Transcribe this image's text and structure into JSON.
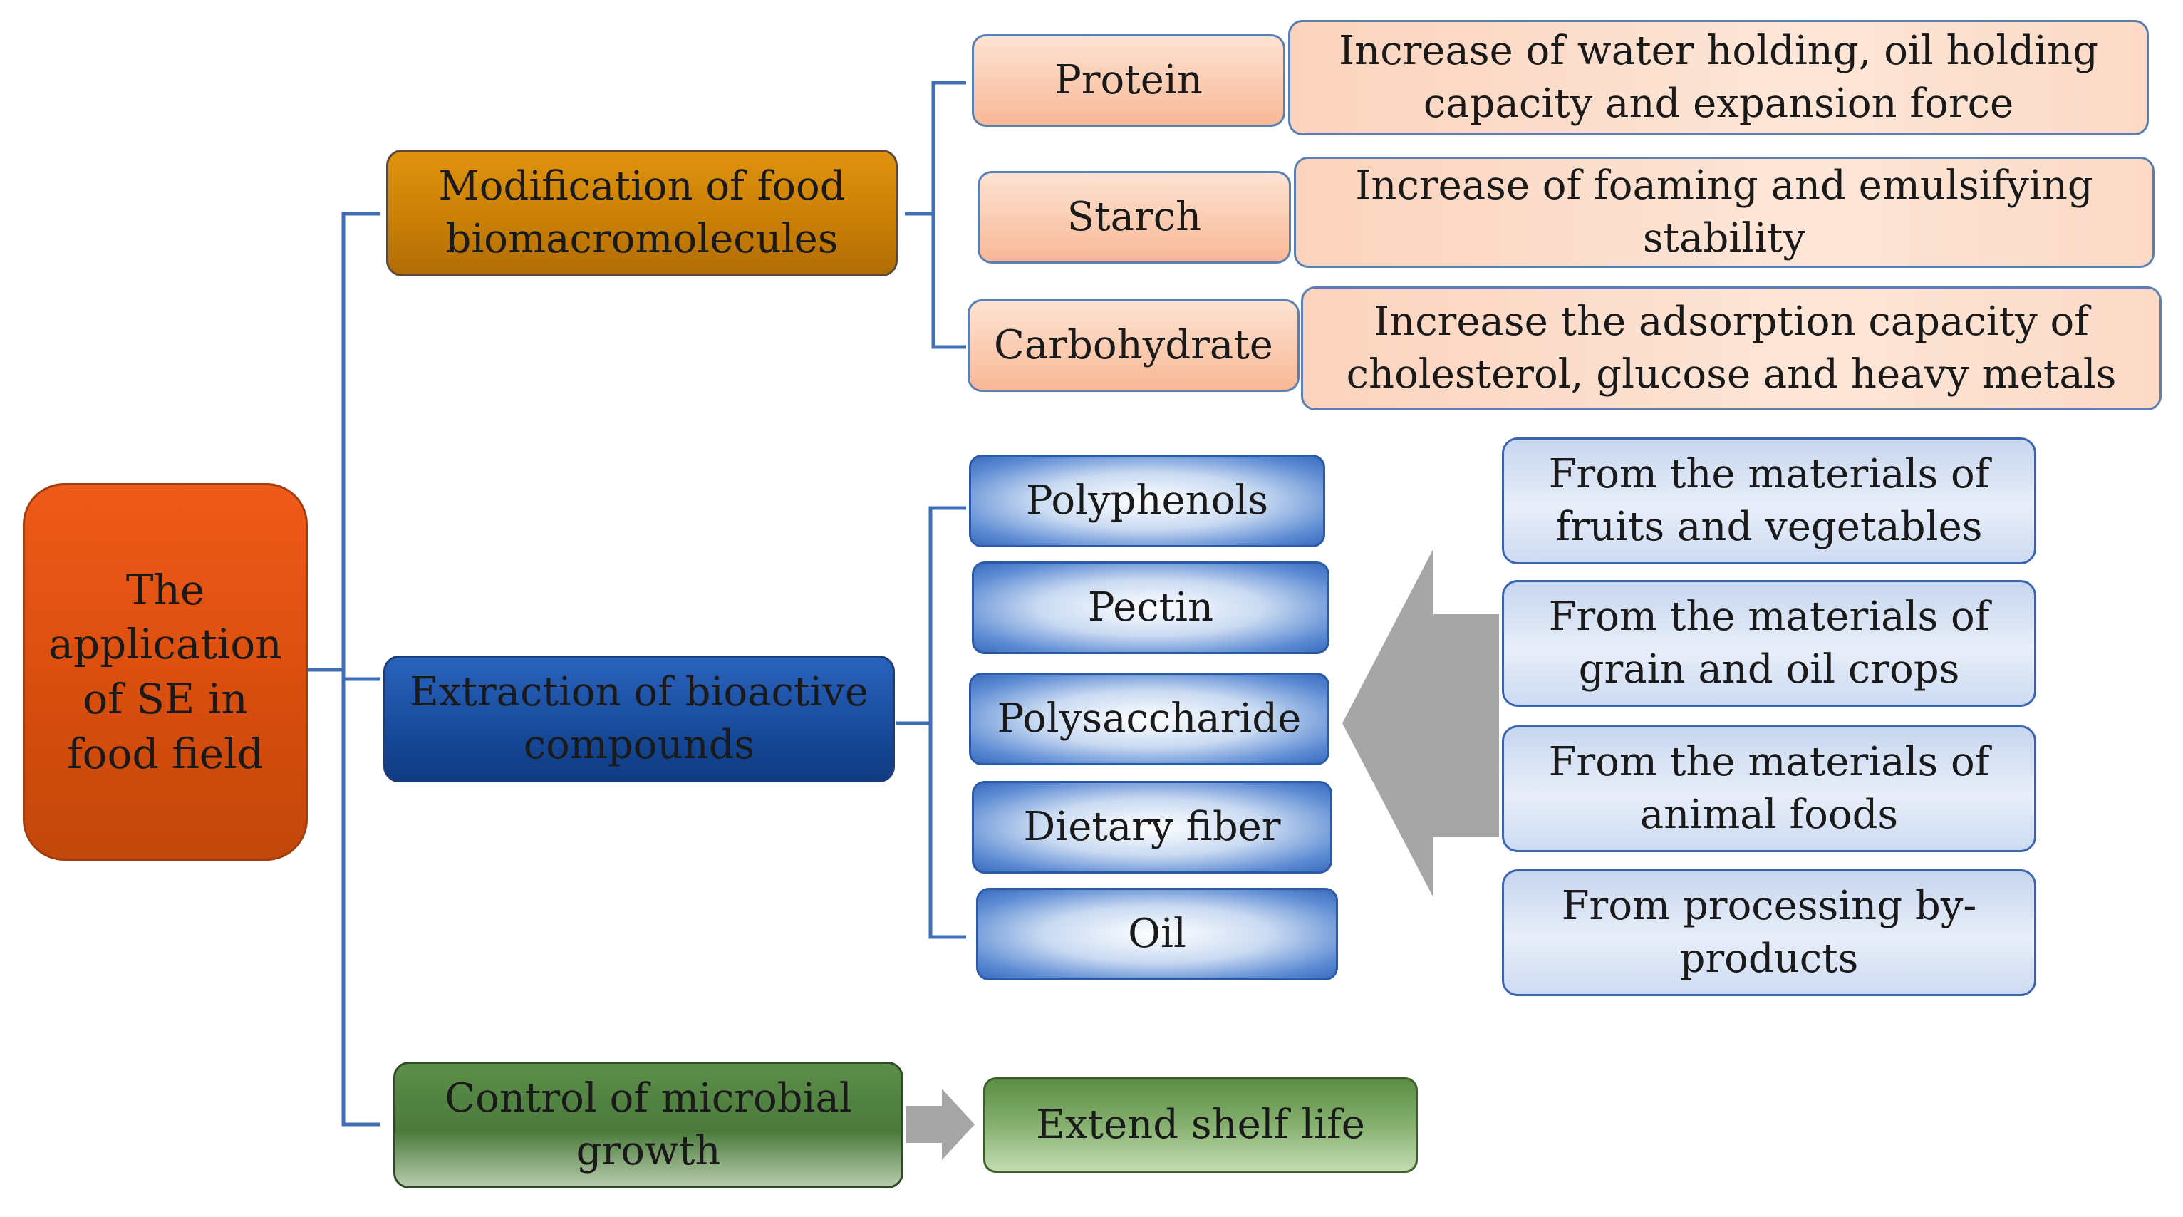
{
  "root": {
    "label": "The application of SE in food field"
  },
  "categories": [
    {
      "label": "Modification of food biomacromolecules"
    },
    {
      "label": "Extraction of bioactive compounds"
    },
    {
      "label": "Control of microbial growth"
    }
  ],
  "biomacromolecules": [
    {
      "name": "Protein",
      "effect": "Increase of water holding, oil holding capacity and expansion force"
    },
    {
      "name": "Starch",
      "effect": "Increase of foaming and emulsifying stability"
    },
    {
      "name": "Carbohydrate",
      "effect": "Increase the adsorption capacity of cholesterol, glucose and heavy metals"
    }
  ],
  "compounds": [
    "Polyphenols",
    "Pectin",
    "Polysaccharide",
    "Dietary fiber",
    "Oil"
  ],
  "sources": [
    "From the materials of fruits and vegetables",
    "From the materials of grain and oil crops",
    "From the materials of animal foods",
    "From processing by-products"
  ],
  "microbial_outcome": "Extend shelf life",
  "colors": {
    "root": "#d84e0e",
    "modification": "#c87e06",
    "extraction": "#174a9a",
    "microbial": "#4b7a3b",
    "effect_fill": "#fde3d2",
    "compound_fill": "#5f8dd4",
    "source_fill": "#dfe8f7",
    "connector": "#3f6fb6",
    "arrow": "#a6a6a6"
  }
}
